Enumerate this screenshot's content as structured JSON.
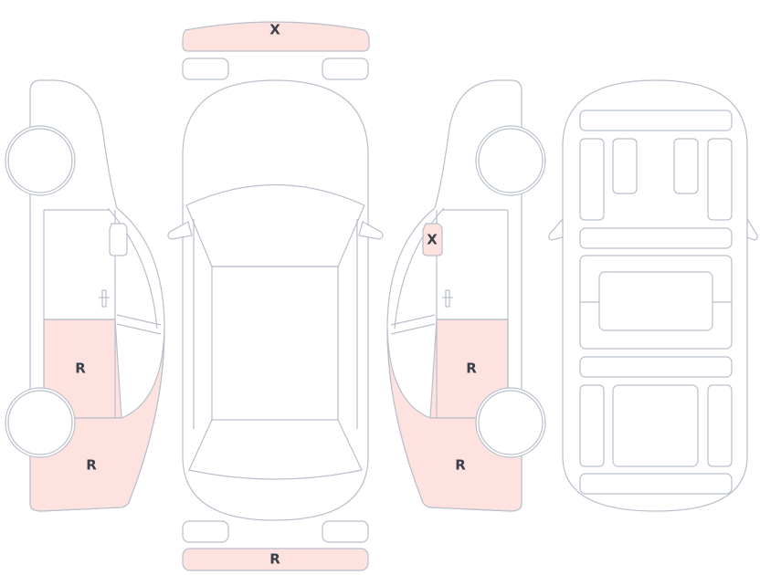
{
  "marks": {
    "front_bumper": "X",
    "rear_bumper": "R",
    "left_rear_door": "R",
    "left_rear_quarter": "R",
    "right_mirror": "X",
    "right_rear_door": "R",
    "right_rear_quarter": "R"
  },
  "colors": {
    "damage_fill": "#fde2df",
    "outline": "#b9bfcb",
    "label": "#3a3f4b"
  }
}
